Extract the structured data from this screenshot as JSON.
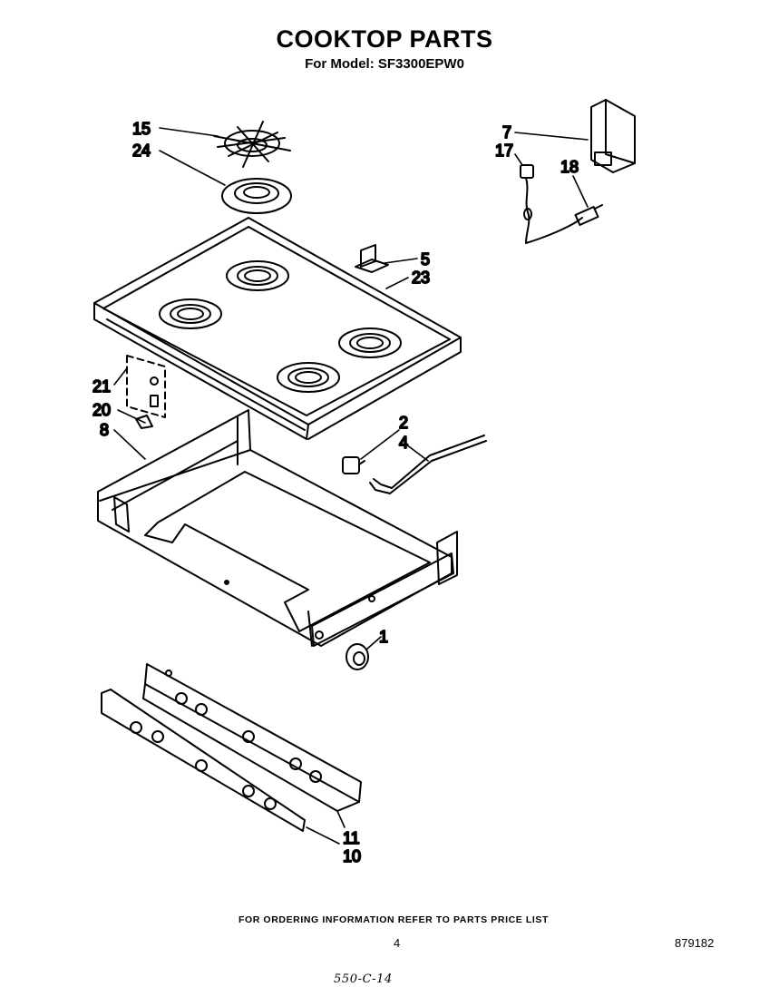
{
  "header": {
    "title": "COOKTOP PARTS",
    "subtitle": "For Model: SF3300EPW0"
  },
  "callouts": {
    "c15": "15",
    "c24": "24",
    "c7": "7",
    "c17": "17",
    "c18": "18",
    "c5": "5",
    "c23": "23",
    "c21": "21",
    "c20": "20",
    "c8": "8",
    "c2": "2",
    "c4": "4",
    "c1": "1",
    "c11": "11",
    "c10": "10"
  },
  "footer": {
    "ordering_note": "FOR ORDERING INFORMATION REFER TO PARTS PRICE LIST",
    "page_number": "4",
    "document_number": "879182",
    "handwritten_note": "550-C-14"
  }
}
